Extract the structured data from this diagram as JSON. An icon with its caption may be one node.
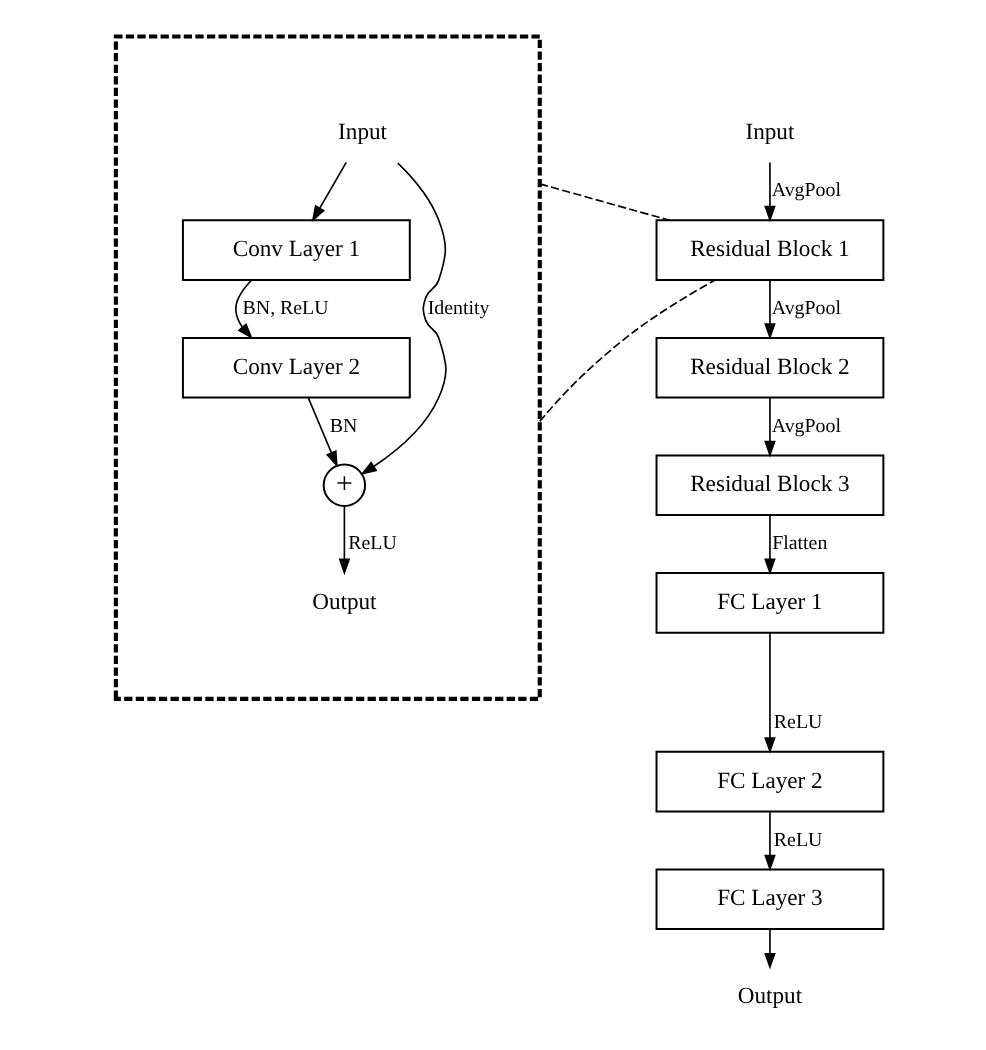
{
  "diagram": {
    "nodes": [
      {
        "text": [],
        "shape": "box"
      },
      {
        "text": [
          "Input"
        ],
        "in": 0
      },
      {
        "text": [
          "Conv Layer 1"
        ],
        "in": 0
      },
      {
        "text": [
          "Conv Layer 2"
        ],
        "in": 0
      },
      {
        "text": [
          "+"
        ],
        "in": 0
      },
      {
        "text": [
          "Output"
        ],
        "in": 0
      },
      {
        "text": [
          "Input"
        ]
      },
      {
        "text": [
          "Residual Block 1"
        ]
      },
      {
        "text": [
          "Residual Block 2"
        ]
      },
      {
        "text": [
          "Residual Block 3"
        ]
      },
      {
        "text": [
          "FC Layer 1"
        ]
      },
      {
        "text": [
          "FC Layer 2"
        ]
      },
      {
        "text": [
          "FC Layer 3"
        ]
      },
      {
        "text": [
          "Output"
        ]
      }
    ],
    "edges": [
      {
        "from": 1,
        "to": 2,
        "arrow": "to"
      },
      {
        "from": 1,
        "to": 4,
        "arrow": "to",
        "label": "Identity"
      },
      {
        "from": 2,
        "to": 3,
        "arrow": "to",
        "label": "BN, ReLU"
      },
      {
        "from": 3,
        "to": 4,
        "arrow": "to",
        "label": "BN"
      },
      {
        "from": 4,
        "to": 5,
        "arrow": "to",
        "label": "ReLU"
      },
      {
        "from": 6,
        "to": 7,
        "arrow": "to",
        "label": "AvgPool"
      },
      {
        "from": 7,
        "to": 8,
        "arrow": "to",
        "label": "AvgPool"
      },
      {
        "from": 8,
        "to": 9,
        "arrow": "to",
        "label": "AvgPool"
      },
      {
        "from": 9,
        "to": 10,
        "arrow": "to",
        "label": "Flatten"
      },
      {
        "from": 10,
        "to": 11,
        "arrow": "to",
        "label": "ReLU"
      },
      {
        "from": 11,
        "to": 12,
        "arrow": "to",
        "label": "ReLU"
      },
      {
        "from": 12,
        "to": 13,
        "arrow": "to"
      },
      {
        "from": 0,
        "to": 7,
        "arrow": "none",
        "style": "dashed"
      },
      {
        "from": 0,
        "to": 7,
        "arrow": "none",
        "style": "dashed"
      }
    ]
  }
}
